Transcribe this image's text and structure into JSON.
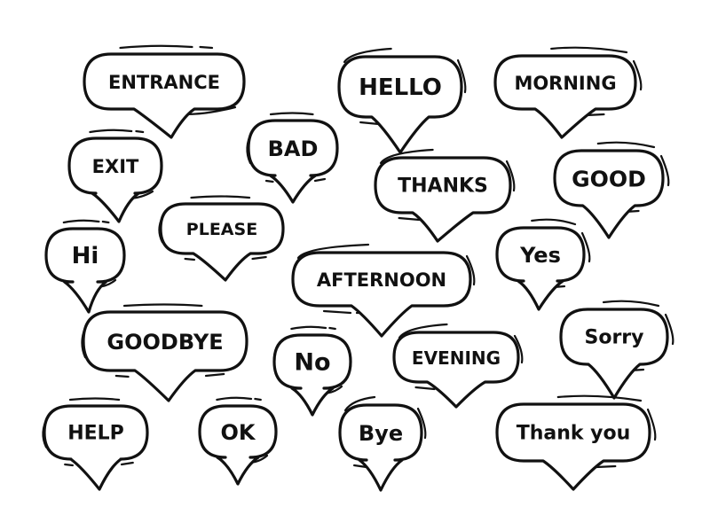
{
  "bubbles": [
    {
      "word": "ENTRANCE"
    },
    {
      "word": "HELLO"
    },
    {
      "word": "MORNING"
    },
    {
      "word": "BAD"
    },
    {
      "word": "EXIT"
    },
    {
      "word": "THANKS"
    },
    {
      "word": "GOOD"
    },
    {
      "word": "PLEASE"
    },
    {
      "word": "Hi"
    },
    {
      "word": "AFTERNOON"
    },
    {
      "word": "Yes"
    },
    {
      "word": "GOODBYE"
    },
    {
      "word": "No"
    },
    {
      "word": "EVENING"
    },
    {
      "word": "Sorry"
    },
    {
      "word": "HELP"
    },
    {
      "word": "OK"
    },
    {
      "word": "Bye"
    },
    {
      "word": "Thank you"
    }
  ],
  "colors": {
    "ink": "#111111",
    "background": "#ffffff"
  }
}
